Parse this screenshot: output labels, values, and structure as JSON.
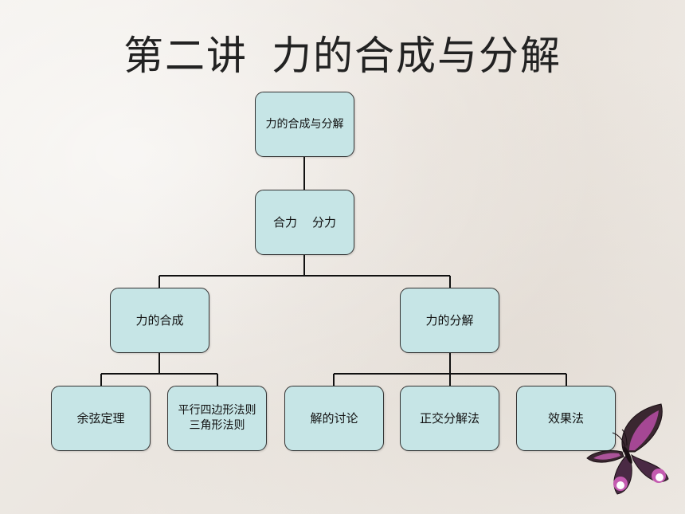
{
  "slide": {
    "title_part1": "第二讲",
    "title_part2": "力的合成与分解"
  },
  "diagram": {
    "root": "力的合成与分解",
    "level1": "合力    分力",
    "composition": "力的合成",
    "decomposition": "力的分解",
    "composition_children": [
      "余弦定理",
      "平行四边形法则\n三角形法则"
    ],
    "decomposition_children": [
      "解的讨论",
      "正交分解法",
      "效果法"
    ]
  },
  "colors": {
    "node_fill": "#c6e5e6",
    "node_border": "#333333",
    "connector": "#111111"
  },
  "icons": [
    "butterfly-icon"
  ]
}
